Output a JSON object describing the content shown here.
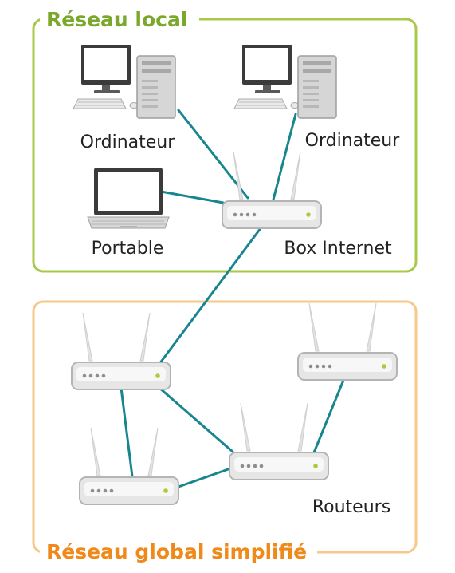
{
  "colors": {
    "local": "#9ec43a",
    "local_title": "#7aa82a",
    "global": "#f6c98a",
    "global_title": "#ef8a1a",
    "link": "#17868f"
  },
  "local_network": {
    "title": "Réseau local",
    "devices": {
      "computer_1": {
        "label": "Ordinateur",
        "icon": "desktop-computer-icon"
      },
      "computer_2": {
        "label": "Ordinateur",
        "icon": "desktop-computer-icon"
      },
      "laptop": {
        "label": "Portable",
        "icon": "laptop-icon"
      },
      "box": {
        "label": "Box Internet",
        "icon": "router-icon"
      }
    }
  },
  "global_network": {
    "title": "Réseau global simplifié",
    "routers_label": "Routeurs",
    "router_icon": "router-icon"
  }
}
